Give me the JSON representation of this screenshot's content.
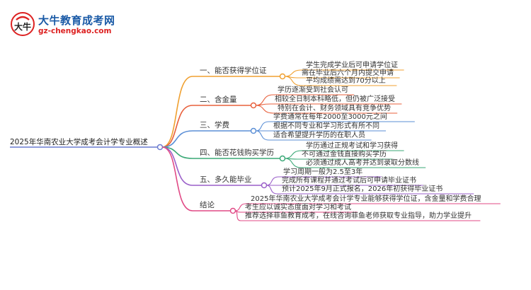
{
  "logo": {
    "name": "大牛教育成考网",
    "url": "gz-chengkao.com",
    "mark_text": "大牛"
  },
  "mindmap": {
    "root": "2025年华南农业大学成考会计学专业概述",
    "branches": [
      {
        "label": "一、能否获得学位证",
        "color": "#f0a030",
        "leaves": [
          "学生完成学业后可申请学位证",
          "需在毕业后六个月内提交申请",
          "平均成绩需达到70分以上"
        ]
      },
      {
        "label": "二、含金量",
        "color": "#e8603c",
        "leaves": [
          "学历逐渐受到社会认可",
          "相较全日制本科略低，但仍被广泛接受",
          "特别在会计、财务领域具有竞争优势"
        ]
      },
      {
        "label": "三、学费",
        "color": "#5b8fd6",
        "leaves": [
          "学费通常在每年2000至3000元之间",
          "根据不同专业和学习形式有所不同",
          "适合希望提升学历的在职人员"
        ]
      },
      {
        "label": "四、能否花钱购买学历",
        "color": "#3aa876",
        "leaves": [
          "学历通过正规考试和学习获得",
          "不可通过金钱直接购买学历",
          "必须通过成人高考并达到录取分数线"
        ]
      },
      {
        "label": "五、多久能毕业",
        "color": "#9a5fc9",
        "leaves": [
          "学习周期一般为2.5至3年",
          "完成所有课程并通过考试后可申请毕业证书",
          "预计2025年9月正式报名，2026年初获得毕业证书"
        ]
      },
      {
        "label": "结论",
        "color": "#e14a86",
        "leaves": [
          "2025年华南农业大学成考会计学专业能够获得学位证，含金量和学费合理",
          "考生应以诚实态度面对学习和考试",
          "推荐选择菲鱼教育成考，在线咨询菲鱼老师获取专业指导，助力学业提升"
        ]
      }
    ]
  }
}
